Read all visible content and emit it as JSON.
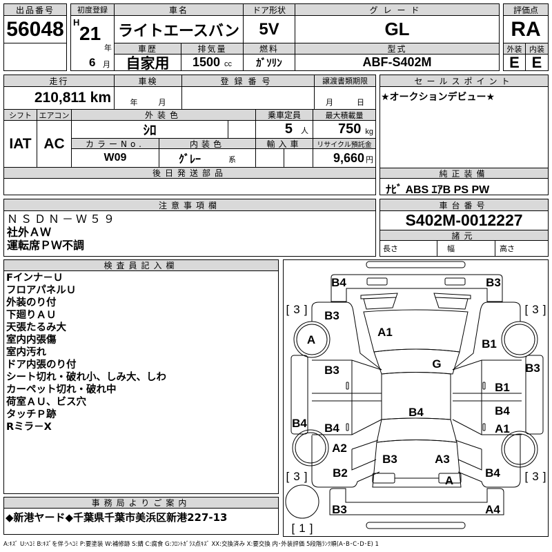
{
  "header": {
    "lot_label": "出品番号",
    "lot_no": "56048",
    "first_reg_label": "初度登録",
    "era": "H",
    "year": "21",
    "year_unit": "年",
    "month": "6",
    "month_unit": "月",
    "car_name_label": "車名",
    "car_name": "ライトエースバン",
    "door_label": "ドア形状",
    "door": "5V",
    "grade_label": "グレード",
    "grade": "GL",
    "history_label": "車歴",
    "history": "自家用",
    "displacement_label": "排気量",
    "displacement": "1500",
    "displacement_unit": "cc",
    "fuel_label": "燃料",
    "fuel": "ｶﾞｿﾘﾝ",
    "model_label": "型式",
    "model": "ABF-S402M",
    "score_label": "評価点",
    "score": "RA",
    "exterior_label": "外装",
    "exterior": "E",
    "interior_label": "内装",
    "interior": "E"
  },
  "details": {
    "mileage_label": "走行",
    "mileage": "210,811",
    "mileage_unit": "km",
    "inspection_label": "車検",
    "insp_year": "年",
    "insp_month": "月",
    "reg_no_label": "登録番号",
    "transfer_label": "譲渡書類期限",
    "transfer_month": "月",
    "transfer_day": "日",
    "shift_label": "シフト",
    "shift": "IAT",
    "ac_label": "エアコン",
    "ac": "AC",
    "ext_color_label": "外装色",
    "ext_color": "ｼﾛ",
    "capacity_label": "乗車定員",
    "capacity": "5",
    "capacity_unit": "人",
    "max_load_label": "最大積載量",
    "max_load": "750",
    "max_load_unit": "kg",
    "color_no_label": "カラーNo.",
    "color_no": "W09",
    "int_color_label": "内装色",
    "int_color": "ｸﾞﾚｰ",
    "int_color_suffix": "系",
    "import_label": "輸入車",
    "recycle_label": "リサイクル預託金",
    "recycle": "9,660",
    "recycle_unit": "円",
    "later_parts_label": "後日発送部品"
  },
  "sales": {
    "label": "セールスポイント",
    "text": "★オークションデビュー★"
  },
  "equipment": {
    "label": "純正装備",
    "text": "ﾅﾋﾞ ABS ｴｱB PS PW"
  },
  "notes": {
    "label": "注意事項欄",
    "lines": [
      "ＮＳＤＮ－Ｗ５９",
      "社外ＡＷ",
      "運転席ＰＷ不調"
    ]
  },
  "chassis": {
    "label": "車台番号",
    "number": "S402M-0012227",
    "spec_label": "諸元",
    "length": "長さ",
    "width": "幅",
    "height": "高さ"
  },
  "inspector": {
    "label": "検査員記入欄",
    "items": [
      "Fインナ－Ｕ",
      "フロアパネルＵ",
      "外装のり付",
      "下廻りＡＵ",
      "天張たるみ大",
      "室内内張傷",
      "室内汚れ",
      "ドア内張のり付",
      "シート切れ・破れ小、しみ大、しわ",
      "カーペット切れ・破れ中",
      "荷室ＡＵ、ビス穴",
      "タッチＰ跡",
      "Rミラ－X"
    ]
  },
  "office": {
    "label": "事務局よりご案内",
    "text": "◆新港ヤード◆千葉県千葉市美浜区新港227-13"
  },
  "diagram": {
    "marks": [
      "B4",
      "B3",
      "[3]",
      "[3]",
      "B3",
      "A1",
      "A",
      "B1",
      "G",
      "B3",
      "B3",
      "B1",
      "B4",
      "B4",
      "B4",
      "B4",
      "A1",
      "A2",
      "B3",
      "A3",
      "B2",
      "B4",
      "[3]",
      "[3]",
      "A",
      "B3",
      "A4",
      "[1]"
    ]
  },
  "legend": "A:ｷｽﾞ U:ﾍｺﾐ B:ｷｽﾞを伴うﾍｺﾐ P:要塗装 W:補修跡 S:錆 C:腐食 G:ﾌﾛﾝﾄｶﾞﾗｽ点ｷｽﾞ XX:交換済み X:要交換 内･外装評価 5段階ﾗﾝｸ順(A･B･C･D･E) 1"
}
